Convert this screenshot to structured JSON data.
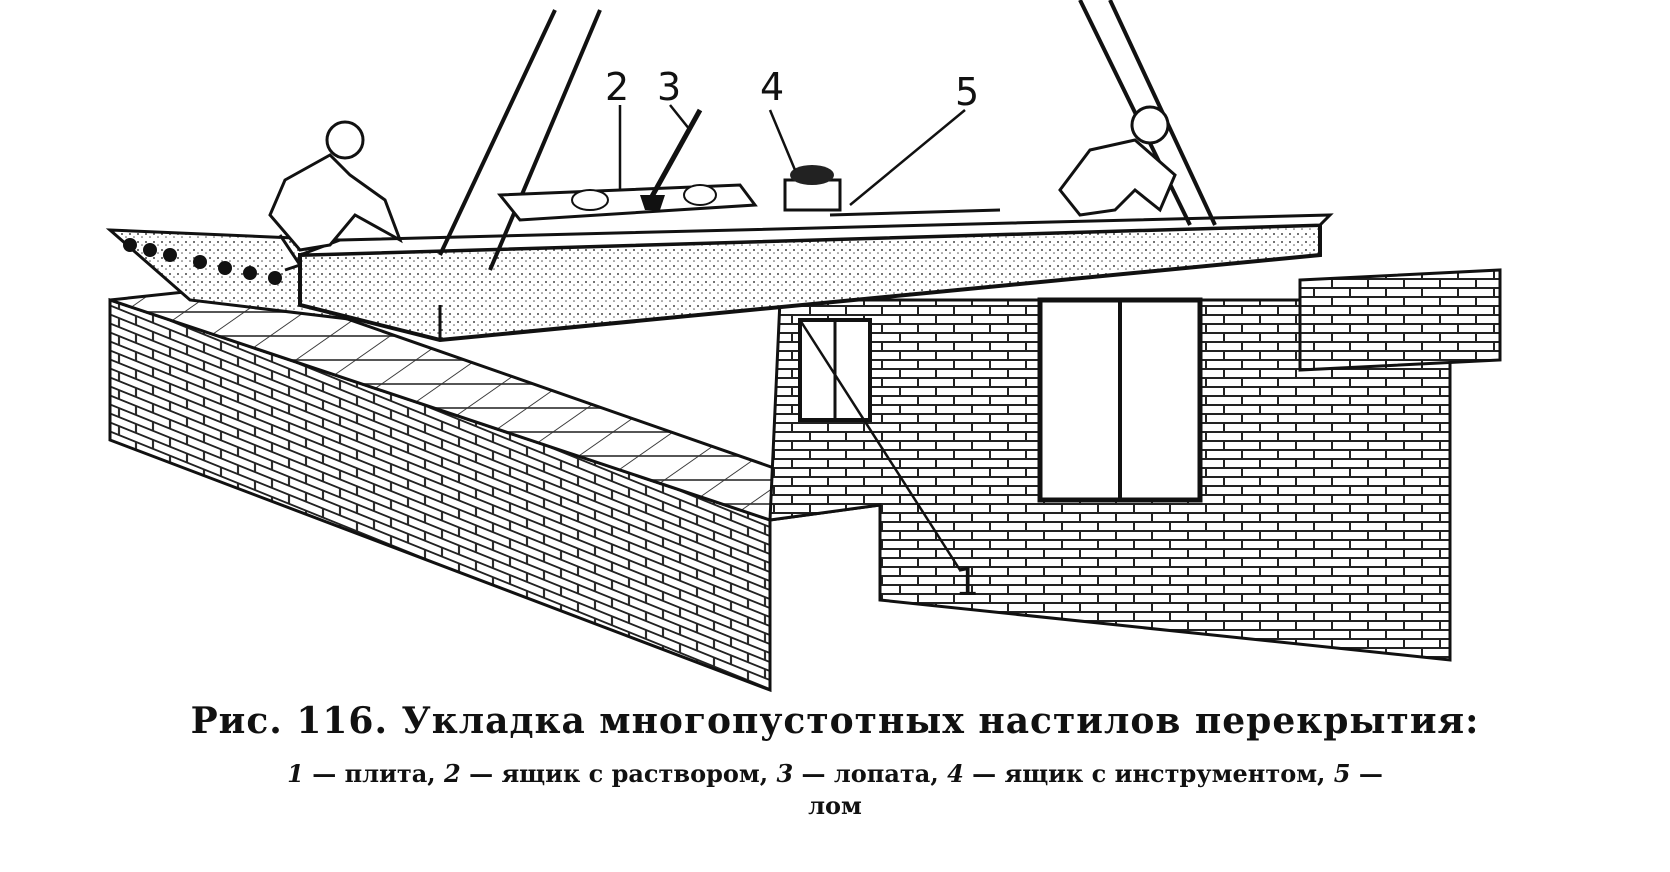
{
  "figure": {
    "labels": [
      "1",
      "2",
      "3",
      "4",
      "5"
    ]
  },
  "caption": {
    "title": "Рис. 116. Укладка многопустотных настилов перекрытия:",
    "legend": [
      {
        "num": "1",
        "text": "плита,"
      },
      {
        "num": "2",
        "text": "ящик с раствором,"
      },
      {
        "num": "3",
        "text": "лопата,"
      },
      {
        "num": "4",
        "text": "ящик с инструментом,"
      },
      {
        "num": "5",
        "text": "лом"
      }
    ],
    "dash": "—"
  }
}
